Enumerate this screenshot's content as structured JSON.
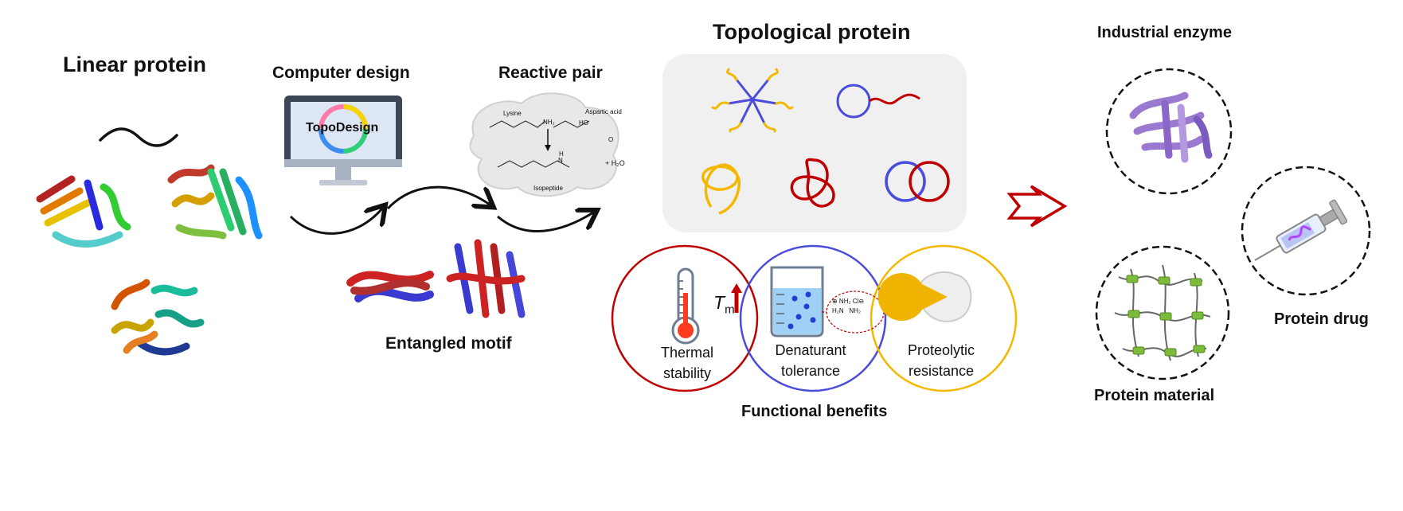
{
  "sections": {
    "linear_protein": "Linear protein",
    "computer_design": "Computer design",
    "software": "TopoDesign",
    "reactive_pair": "Reactive pair",
    "entangled_motif": "Entangled motif",
    "topological_protein": "Topological protein",
    "functional_benefits": "Functional benefits",
    "industrial_enzyme": "Industrial enzyme",
    "protein_material": "Protein material",
    "protein_drug": "Protein drug"
  },
  "reaction": {
    "lysine": "Lysine",
    "aspartic_acid": "Aspartic acid",
    "nh2": "NH₂",
    "ho": "HO",
    "o": "O",
    "h": "H",
    "n": "N",
    "isopeptide": "Isopeptide",
    "water": "+ H₂O"
  },
  "benefits": [
    {
      "line1": "Thermal",
      "line2": "stability"
    },
    {
      "line1": "Denaturant",
      "line2": "tolerance"
    },
    {
      "line1": "Proteolytic",
      "line2": "resistance"
    }
  ],
  "tm": {
    "symbol": "T",
    "subscript": "m"
  },
  "colors": {
    "red": "#c00000",
    "blue": "#4b4bdc",
    "yellow": "#f5b800",
    "arrow_red": "#c00000"
  }
}
